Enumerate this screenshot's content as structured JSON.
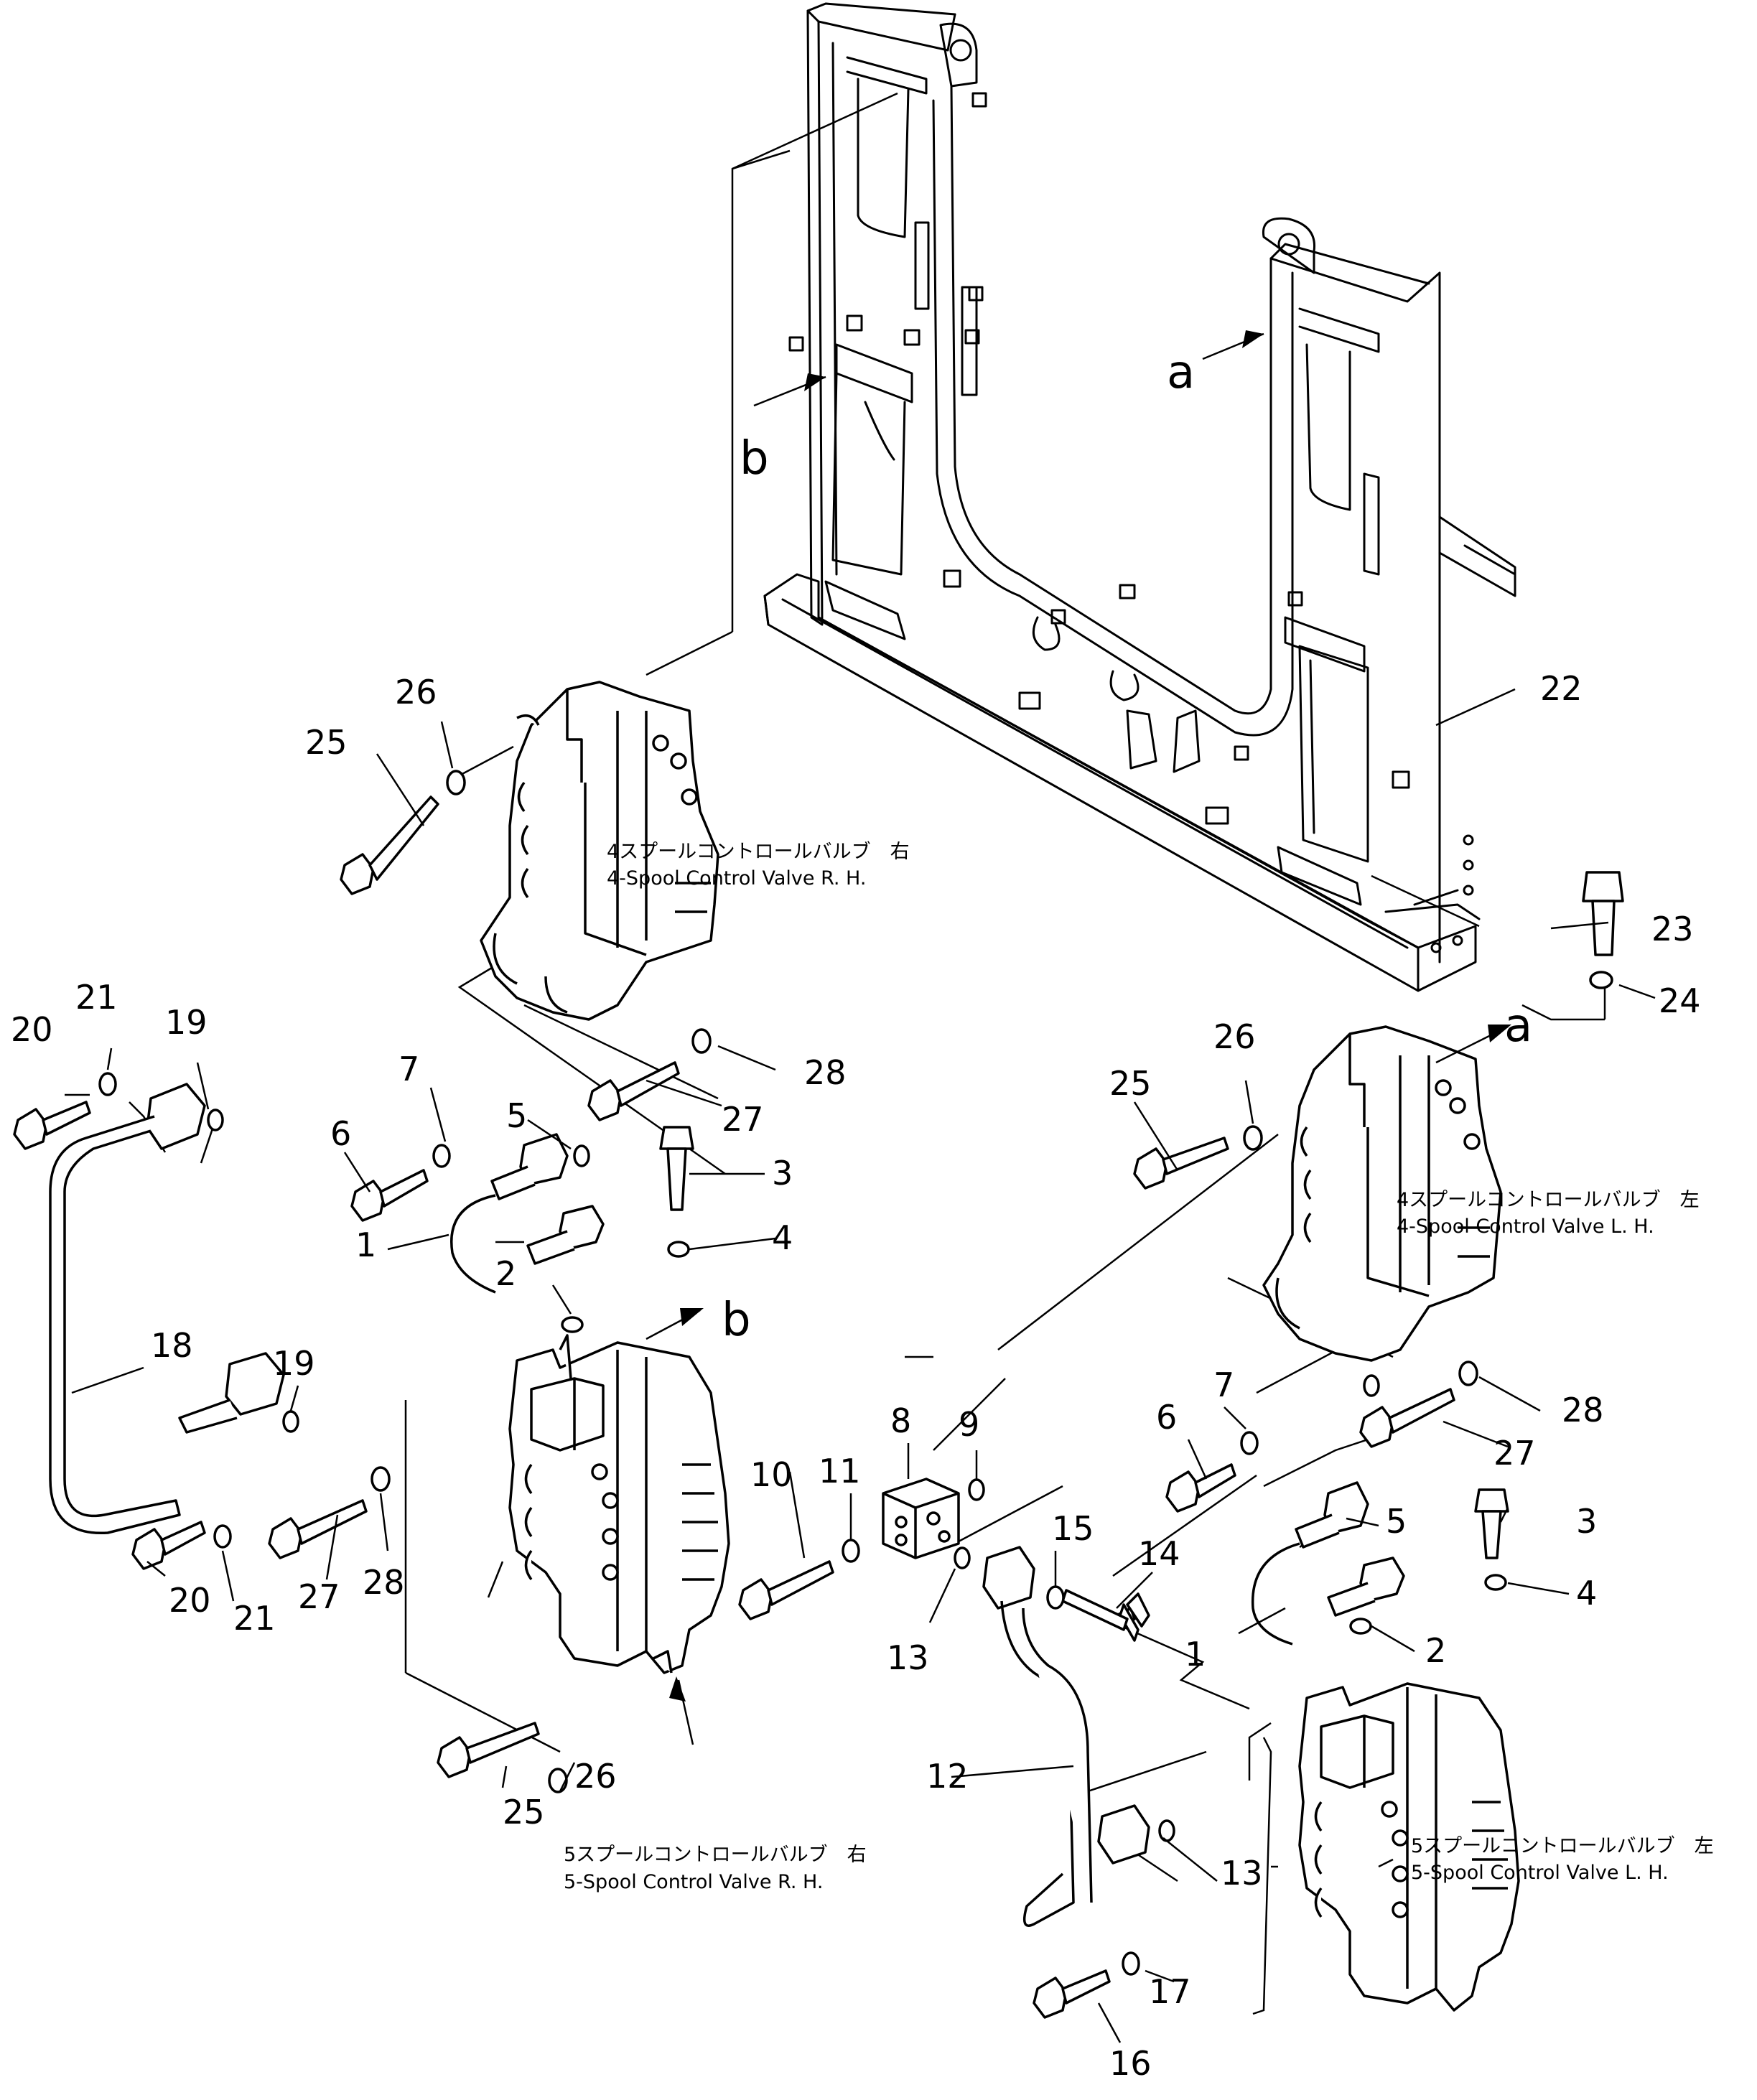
{
  "colors": {
    "ink": "#000000",
    "paper": "#ffffff"
  },
  "refs": {
    "a": "a",
    "b": "b"
  },
  "labels": {
    "valve_4_rh_jp": "4スプールコントロールバルブ　右",
    "valve_4_rh_en": "4-Spool Control Valve R. H.",
    "valve_4_lh_jp": "4スプールコントロールバルブ　左",
    "valve_4_lh_en": "4-Spool Control Valve L. H.",
    "valve_5_rh_jp": "5スプールコントロールバルブ　右",
    "valve_5_rh_en": "5-Spool Control Valve R. H.",
    "valve_5_lh_jp": "5スプールコントロールバルブ　左",
    "valve_5_lh_en": "5-Spool Control Valve L. H."
  },
  "callouts": {
    "n1a": "1",
    "n1b": "1",
    "n2a": "2",
    "n2b": "2",
    "n3a": "3",
    "n3b": "3",
    "n4a": "4",
    "n4b": "4",
    "n5a": "5",
    "n5b": "5",
    "n6a": "6",
    "n6b": "6",
    "n7a": "7",
    "n7b": "7",
    "n8": "8",
    "n9": "9",
    "n10": "10",
    "n11": "11",
    "n12": "12",
    "n13a": "13",
    "n13b": "13",
    "n14": "14",
    "n15": "15",
    "n16": "16",
    "n17": "17",
    "n18": "18",
    "n19a": "19",
    "n19b": "19",
    "n20a": "20",
    "n20b": "20",
    "n21a": "21",
    "n21b": "21",
    "n22": "22",
    "n23": "23",
    "n24": "24",
    "n25a": "25",
    "n25b": "25",
    "n25c": "25",
    "n26a": "26",
    "n26b": "26",
    "n26c": "26",
    "n27a": "27",
    "n27b": "27",
    "n27c": "27",
    "n28a": "28",
    "n28b": "28",
    "n28c": "28"
  }
}
